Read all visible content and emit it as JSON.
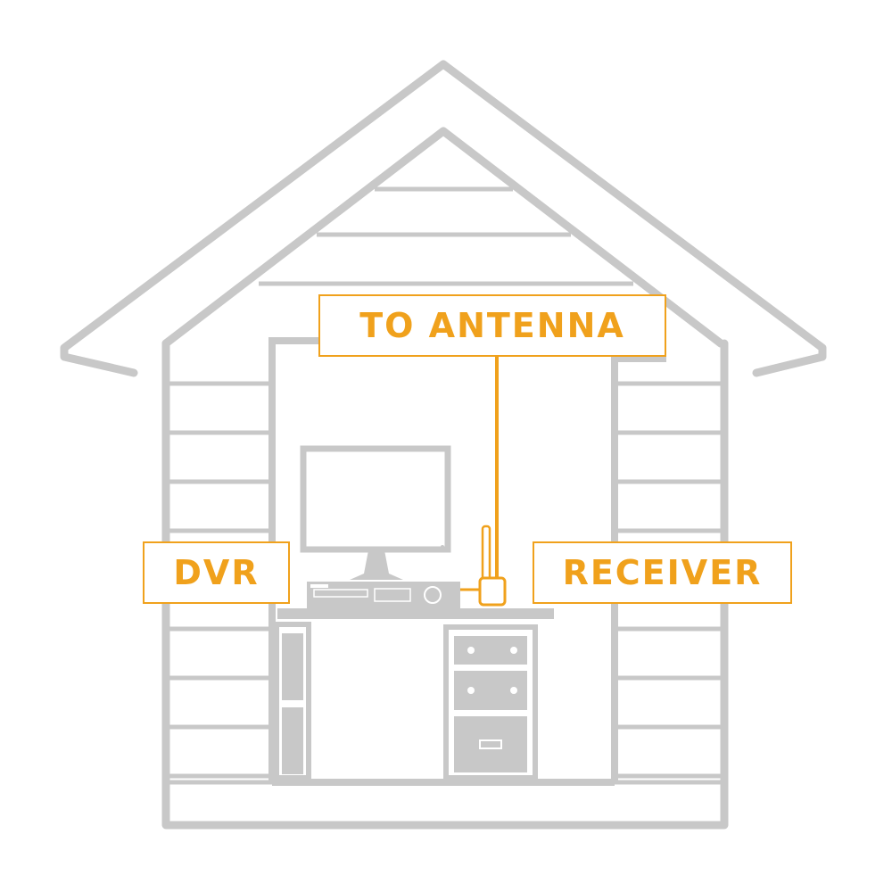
{
  "labels": {
    "antenna": "TO ANTENNA",
    "dvr": "DVR",
    "receiver": "RECEIVER"
  },
  "colors": {
    "house_line": "#c8c8c8",
    "accent": "#f0a11c",
    "background": "#ffffff"
  },
  "icons": [
    "house-outline",
    "monitor-icon",
    "dvr-box-icon",
    "receiver-antenna-icon",
    "desk-icon",
    "drawer-cabinet-icon"
  ]
}
